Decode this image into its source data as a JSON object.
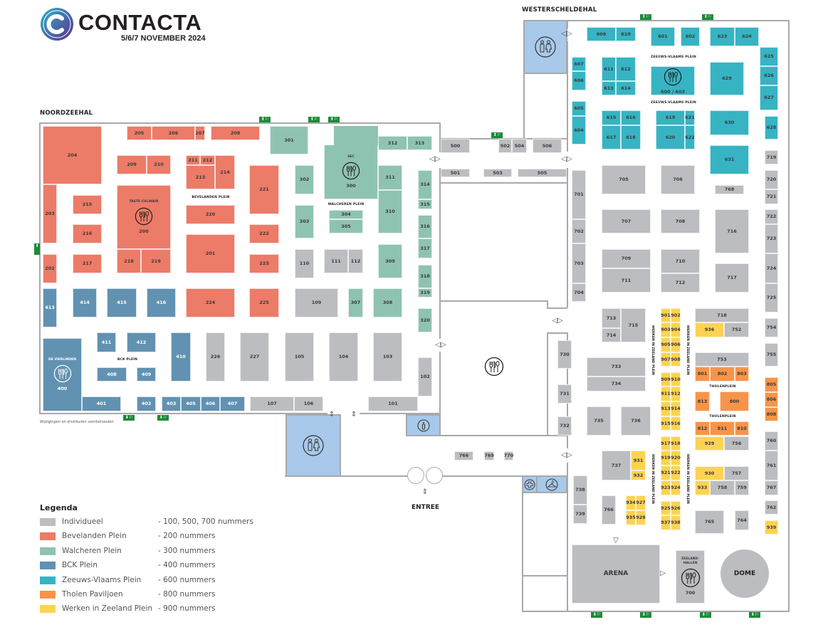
{
  "header": {
    "brand": "CONTACTA",
    "dates": "5/6/7 NOVEMBER 2024"
  },
  "halls": {
    "noordzeehal": "NOORDZEEHAL",
    "westerscheldehal": "WESTERSCHELDEHAL"
  },
  "colors": {
    "ind": "#bcbdc0",
    "bev": "#ec7b68",
    "wal": "#8fc3b1",
    "bck": "#6292b1",
    "zv": "#36b4c3",
    "tho": "#f7944a",
    "wer": "#fdd351",
    "facility": "#a8c9ea",
    "exit": "#1d8a3a"
  },
  "plazas": {
    "taste": "TASTE CULINAIR",
    "bevelanden": "BEVELANDEN PLEIN",
    "sec": "SEC",
    "walcheren": "WALCHEREN PLEIN",
    "vierlinden": "DE VIERLINDEN",
    "bck": "BCK PLEIN",
    "zv1": "ZEEUWS-VLAAMS PLEIN",
    "zv2": "ZEEUWS-VLAAMS PLEIN",
    "tholen1": "THOLENPLEIN",
    "tholen2": "THOLENPLEIN",
    "werken": "WERKEN IN ZEELAND PLEIN",
    "zeelandhallen": "ZEELAND-HALLEN",
    "arena": "ARENA",
    "dome": "DOME",
    "entree": "ENTREE"
  },
  "disclaimer": "Wijzigingen en drukfouten voorbehouden.",
  "booths": [
    {
      "cat": "ind",
      "numbers": [
        "101",
        "102",
        "103",
        "104",
        "105",
        "106",
        "107",
        "109",
        "110",
        "111",
        "112",
        "500",
        "501",
        "502",
        "503",
        "504",
        "505",
        "506",
        "700",
        "701",
        "702",
        "703",
        "704",
        "705",
        "706",
        "707",
        "708",
        "709",
        "710",
        "711",
        "712",
        "713",
        "714",
        "715",
        "716",
        "717",
        "718",
        "719",
        "720",
        "721",
        "722",
        "723",
        "724",
        "725",
        "730",
        "731",
        "732",
        "733",
        "734",
        "735",
        "736",
        "737",
        "738",
        "739",
        "752",
        "753",
        "754",
        "755",
        "756",
        "757",
        "758",
        "759",
        "760",
        "761",
        "762",
        "764",
        "765",
        "766",
        "767",
        "768",
        "769",
        "770",
        "226",
        "227"
      ]
    },
    {
      "cat": "bev",
      "numbers": [
        "200",
        "201",
        "202",
        "203",
        "204",
        "205",
        "206",
        "207",
        "208",
        "209",
        "210",
        "211",
        "212",
        "213",
        "214",
        "215",
        "216",
        "217",
        "218",
        "219",
        "220",
        "221",
        "222",
        "223",
        "224",
        "225"
      ]
    },
    {
      "cat": "wal",
      "numbers": [
        "300",
        "301",
        "302",
        "303",
        "304",
        "305",
        "307",
        "308",
        "309",
        "310",
        "311",
        "312",
        "313",
        "314",
        "315",
        "316",
        "317",
        "318",
        "319",
        "320"
      ]
    },
    {
      "cat": "bck",
      "numbers": [
        "400",
        "401",
        "402",
        "403",
        "405",
        "406",
        "407",
        "408",
        "409",
        "410",
        "411",
        "412",
        "413",
        "414",
        "415",
        "416"
      ]
    },
    {
      "cat": "zv",
      "numbers": [
        "600 / 603",
        "601",
        "602",
        "604",
        "605",
        "606",
        "607",
        "609",
        "610",
        "611",
        "612",
        "613",
        "614",
        "615",
        "616",
        "617",
        "618",
        "619",
        "620",
        "621",
        "622",
        "623",
        "624",
        "625",
        "626",
        "627",
        "628",
        "629",
        "630",
        "631"
      ]
    },
    {
      "cat": "tho",
      "numbers": [
        "800",
        "801",
        "802",
        "803",
        "805",
        "806",
        "808",
        "810",
        "811",
        "812",
        "813"
      ]
    },
    {
      "cat": "wer",
      "numbers": [
        "901",
        "902",
        "903",
        "904",
        "905",
        "906",
        "907",
        "908",
        "909",
        "910",
        "911",
        "912",
        "913",
        "914",
        "915",
        "916",
        "917",
        "918",
        "919",
        "920",
        "921",
        "922",
        "923",
        "924",
        "925",
        "926",
        "927",
        "928",
        "929",
        "930",
        "931",
        "932",
        "933",
        "934",
        "935",
        "936",
        "937",
        "938",
        "939"
      ]
    }
  ],
  "legend": {
    "title": "Legenda",
    "items": [
      {
        "cat": "ind",
        "label": "Individueel",
        "range": "- 100, 500, 700 nummers"
      },
      {
        "cat": "bev",
        "label": "Bevelanden Plein",
        "range": "- 200 nummers"
      },
      {
        "cat": "wal",
        "label": "Walcheren Plein",
        "range": "- 300 nummers"
      },
      {
        "cat": "bck",
        "label": "BCK Plein",
        "range": "- 400 nummers"
      },
      {
        "cat": "zv",
        "label": "Zeeuws-Vlaams Plein",
        "range": "- 600 nummers"
      },
      {
        "cat": "tho",
        "label": "Tholen Paviljoen",
        "range": "- 800 nummers"
      },
      {
        "cat": "wer",
        "label": "Werken in Zeeland Plein",
        "range": "- 900 nummers"
      }
    ]
  }
}
